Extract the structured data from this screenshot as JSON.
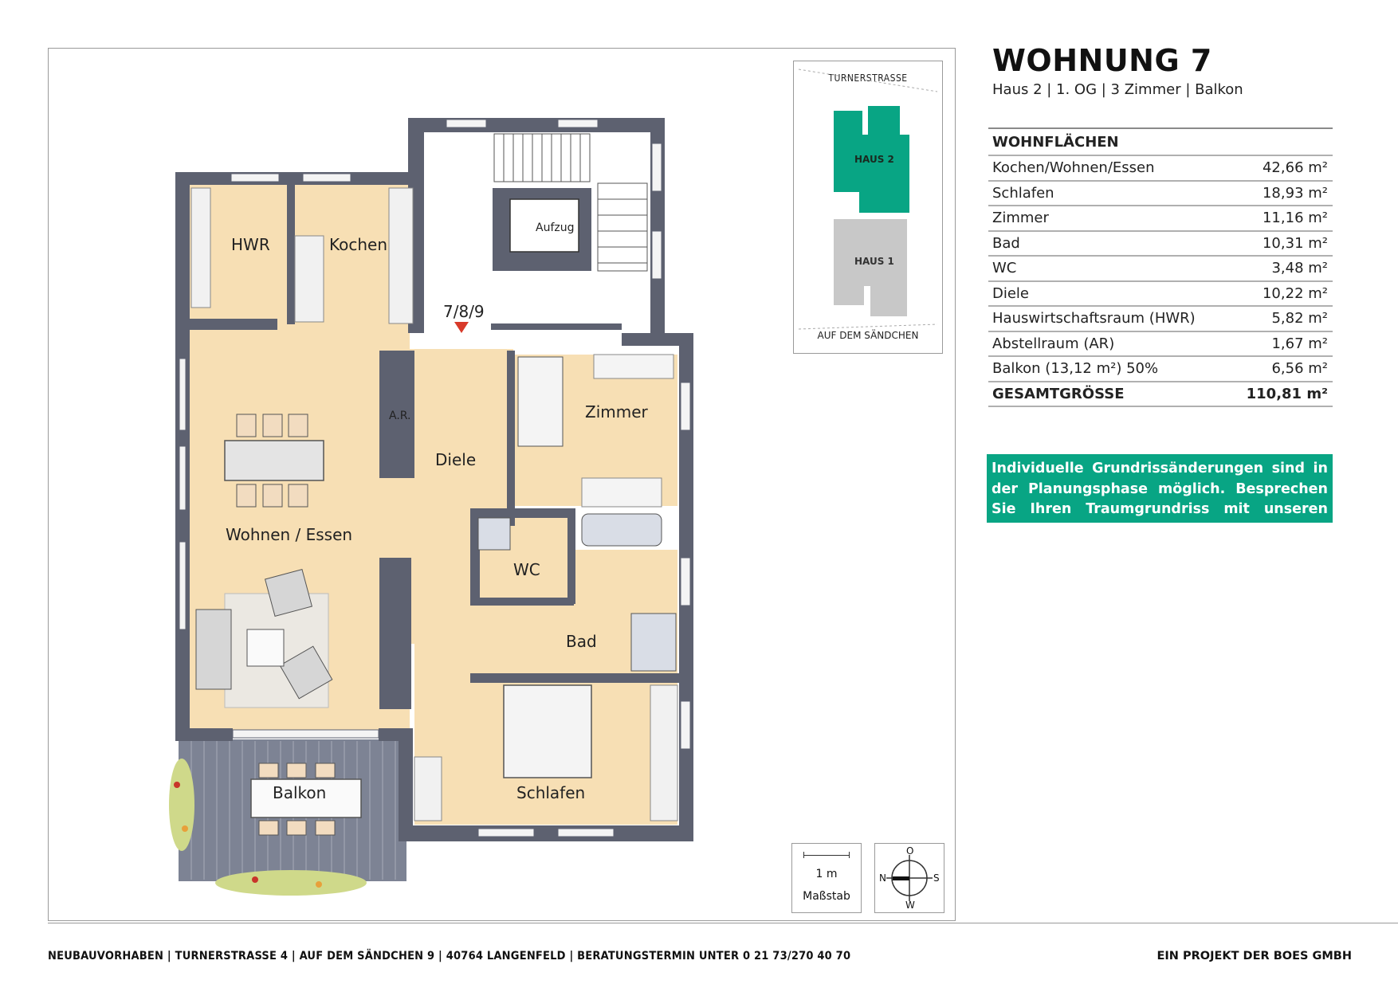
{
  "title": "WOHNUNG 7",
  "subtitle": "Haus 2 | 1. OG  | 3 Zimmer | Balkon",
  "areas": {
    "header": "WOHNFLÄCHEN",
    "rows": [
      {
        "label": "Kochen/Wohnen/Essen",
        "value": "42,66 m²"
      },
      {
        "label": "Schlafen",
        "value": "18,93 m²"
      },
      {
        "label": "Zimmer",
        "value": "11,16 m²"
      },
      {
        "label": "Bad",
        "value": "10,31 m²"
      },
      {
        "label": "WC",
        "value": "3,48 m²"
      },
      {
        "label": "Diele",
        "value": "10,22 m²"
      },
      {
        "label": "Hauswirtschaftsraum (HWR)",
        "value": "5,82 m²"
      },
      {
        "label": "Abstellraum (AR)",
        "value": "1,67 m²"
      },
      {
        "label": "Balkon (13,12 m²) 50%",
        "value": "6,56 m²"
      }
    ],
    "total_label": "GESAMTGRÖSSE",
    "total_value": "110,81 m²"
  },
  "note": "Individuelle Grundrissänderungen sind in der Planungsphase möglich. Besprechen Sie Ihren Traumgrundriss mit unseren Architekten.",
  "site_plan": {
    "street_top": "TURNERSTRASSE",
    "street_bottom": "AUF DEM SÄNDCHEN",
    "haus2": "HAUS 2",
    "haus1": "HAUS 1",
    "colors": {
      "haus2": "#08a584",
      "haus1": "#c8c8c8"
    }
  },
  "scale": {
    "value": "1 m",
    "label": "Maßstab"
  },
  "compass": {
    "n": "N",
    "o": "O",
    "s": "S",
    "w": "W"
  },
  "floorplan": {
    "hwr": "HWR",
    "kochen": "Kochen",
    "aufzug": "Aufzug",
    "entrance": "7/8/9",
    "ar": "A.R.",
    "diele": "Diele",
    "zimmer": "Zimmer",
    "wohnen": "Wohnen / Essen",
    "wc": "WC",
    "bad": "Bad",
    "balkon": "Balkon",
    "schlafen": "Schlafen"
  },
  "footer": {
    "left": "NEUBAUVORHABEN  |  TURNERSTRASSE 4  |  AUF DEM SÄNDCHEN 9  |  40764 LANGENFELD  |  BERATUNGSTERMIN UNTER 0 21 73/270 40 70",
    "right": "EIN PROJEKT DER BOES GMBH"
  },
  "colors": {
    "accent": "#08a584",
    "wall": "#5d6170",
    "floor": "#f7dfb4"
  }
}
